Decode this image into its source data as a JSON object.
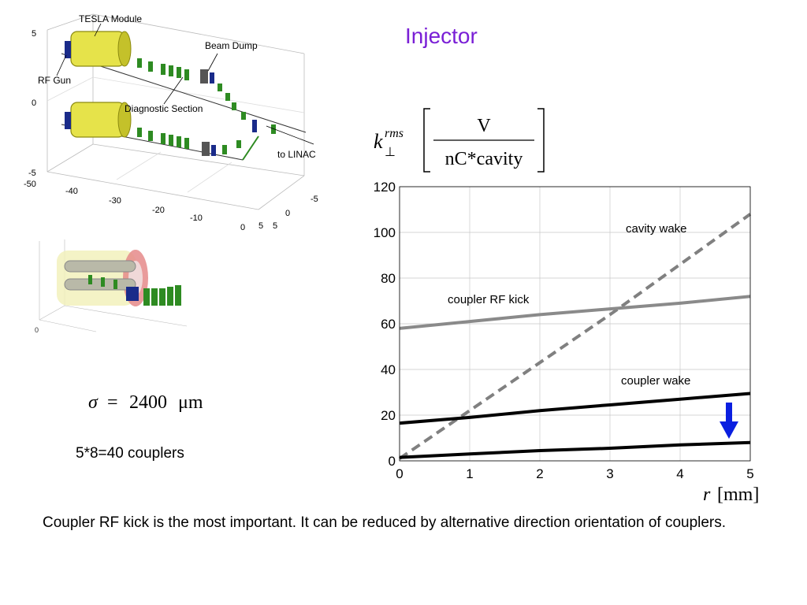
{
  "slide": {
    "title": "Injector",
    "couplers_text": "5*8=40 couplers",
    "caption": "Coupler RF kick is the most important. It can be reduced by alternative direction orientation of couplers."
  },
  "diagram3d": {
    "labels": {
      "tesla_module": "TESLA Module",
      "beam_dump": "Beam Dump",
      "rf_gun": "RF Gun",
      "diagnostic_section": "Diagnostic Section",
      "to_linac": "to LINAC"
    },
    "z_ticks": [
      "5",
      "0",
      "-5"
    ],
    "x_ticks": [
      "-50",
      "-40",
      "-30",
      "-20",
      "-10",
      "0",
      "5"
    ],
    "y_ticks": [
      "-5",
      "0",
      "5"
    ]
  },
  "formulas": {
    "k_symbol": "k",
    "k_sub": "⊥",
    "k_sup": "rms",
    "numerator": "V",
    "denominator": "nC*cavity",
    "sigma_lhs": "σ",
    "sigma_eq": "=",
    "sigma_value": "2400",
    "sigma_unit": "μm",
    "x_unit_var": "r",
    "x_unit": "[mm]"
  },
  "chart_data": {
    "type": "line",
    "xlabel": "r [mm]",
    "ylabel": "",
    "xlim": [
      0,
      5
    ],
    "ylim": [
      0,
      120
    ],
    "grid": true,
    "x_ticks": [
      0,
      1,
      2,
      3,
      4,
      5
    ],
    "y_ticks": [
      0,
      20,
      40,
      60,
      80,
      100,
      120
    ],
    "x": [
      0,
      1,
      2,
      3,
      4,
      5
    ],
    "series": [
      {
        "name": "cavity wake",
        "values": [
          1,
          22,
          43,
          64,
          86,
          108
        ],
        "color": "#808080",
        "dash": true
      },
      {
        "name": "coupler RF kick",
        "values": [
          58,
          61,
          64,
          66.5,
          69,
          72
        ],
        "color": "#8a8a8a",
        "dash": false
      },
      {
        "name": "coupler wake",
        "values": [
          16.5,
          19,
          22,
          24.5,
          27,
          29.5
        ],
        "color": "#000000",
        "dash": false
      },
      {
        "name": "",
        "values": [
          1.5,
          3,
          4.5,
          5.5,
          7,
          8
        ],
        "color": "#000000",
        "dash": false
      }
    ],
    "annotations": [
      "cavity wake",
      "coupler RF kick",
      "coupler wake"
    ],
    "arrow_color": "#0a1fe0"
  }
}
